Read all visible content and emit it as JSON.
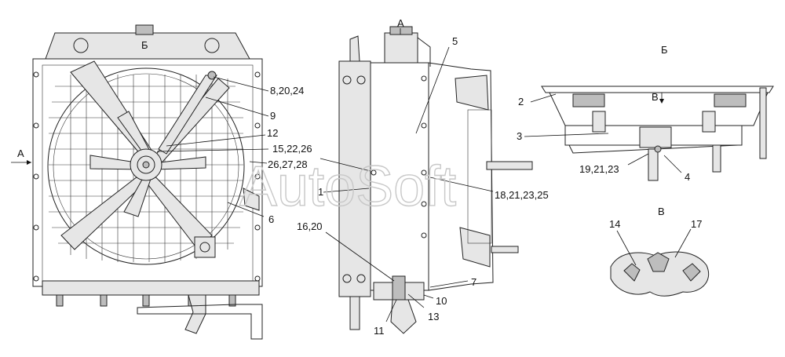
{
  "view_labels": {
    "a_left": "А",
    "a_top": "А",
    "b_top": "Б",
    "b_right": "Б",
    "b_sub": "В",
    "v_title": "В"
  },
  "callouts": {
    "c1": "1",
    "c2": "2",
    "c3": "3",
    "c4": "4",
    "c5": "5",
    "c6": "6",
    "c7": "7",
    "c8": "8,20,24",
    "c9": "9",
    "c10": "10",
    "c11": "11",
    "c12": "12",
    "c13": "13",
    "c14": "14",
    "c15": "15,22,26",
    "c16": "16,20",
    "c17": "17",
    "c18": "18,21,23,25",
    "c19": "19,21,23",
    "c26": "26,27,28"
  },
  "watermark": "AutoSoft"
}
